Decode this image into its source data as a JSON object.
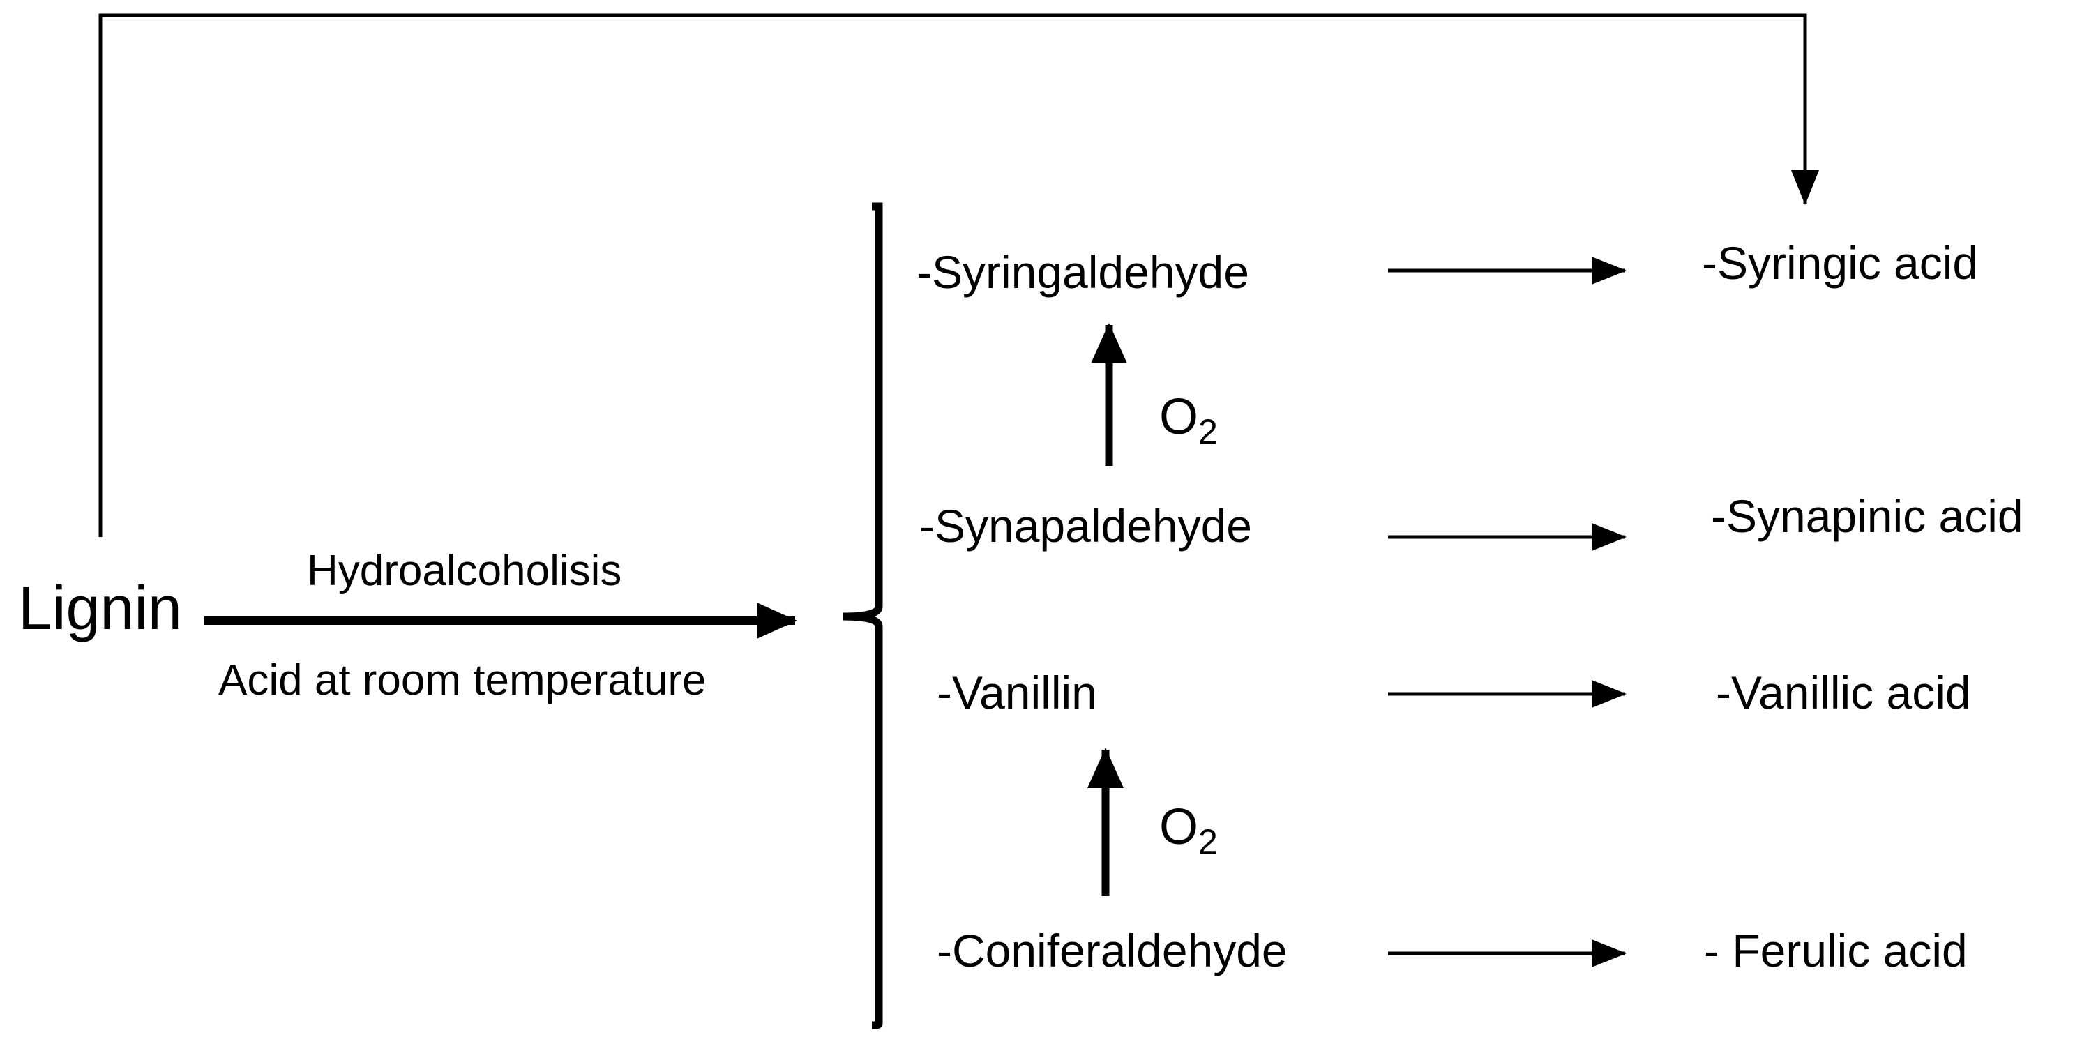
{
  "start": "Lignin",
  "conditions": {
    "above_arrow": "Hydroalcoholisis",
    "below_arrow": "Acid at room temperature"
  },
  "aldehydes": [
    "-Syringaldehyde",
    "-Synapaldehyde",
    "-Vanillin",
    "-Coniferaldehyde"
  ],
  "acids": [
    "-Syringic acid",
    "-Synapinic acid",
    "-Vanillic acid",
    "- Ferulic acid"
  ],
  "oxidant": {
    "symbol": "O",
    "subscript": "2"
  }
}
